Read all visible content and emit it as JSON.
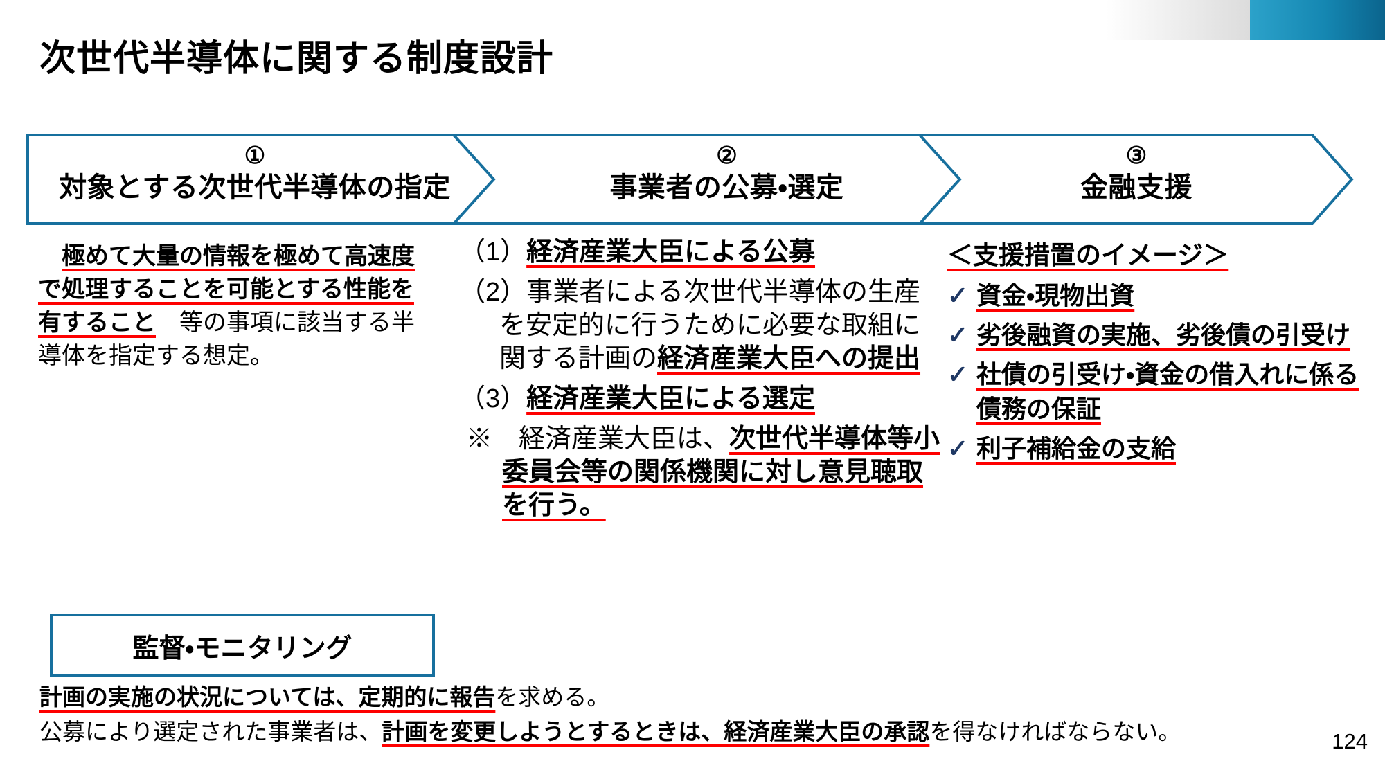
{
  "page": {
    "title": "次世代半導体に関する制度設計",
    "page_number": "124"
  },
  "colors": {
    "accent_blue_border": "#17709e",
    "underline_red": "#fe0000",
    "check_navy": "#1f3864",
    "bar_gray_gradient_end": "#dcdcdc",
    "bar_blue_gradient_start": "#2ca2ca",
    "bar_blue_gradient_end": "#0b648d"
  },
  "process_band": {
    "steps": [
      {
        "number": "①",
        "label": "対象とする次世代半導体の指定"
      },
      {
        "number": "②",
        "label": "事業者の公募・選定"
      },
      {
        "number": "③",
        "label": "金融支援"
      }
    ]
  },
  "step1_detail": {
    "indent": "　",
    "highlight": "極めて大量の情報を極めて高速度で処理することを可能とする性能を有すること",
    "rest": "　等の事項に該当する半導体を指定する想定。"
  },
  "step2_detail": {
    "items": [
      {
        "prefix": "（1）",
        "plain": "",
        "highlight": "経済産業大臣による公募"
      },
      {
        "prefix": "（2）",
        "plain": "事業者による次世代半導体の生産を安定的に行うために必要な取組に関する計画の",
        "highlight": "経済産業大臣への提出"
      },
      {
        "prefix": "（3）",
        "plain": "",
        "highlight": "経済産業大臣による選定"
      },
      {
        "prefix": "※　",
        "plain": "経済産業大臣は、",
        "highlight": "次世代半導体等小委員会等の関係機関に対し意見聴取を行う。"
      }
    ]
  },
  "step3_detail": {
    "header": "＜支援措置のイメージ＞",
    "check_icon": "✓",
    "items": [
      "資金・現物出資",
      "劣後融資の実施、劣後債の引受け",
      "社債の引受け・資金の借入れに係る債務の保証",
      "利子補給金の支給"
    ]
  },
  "monitoring_box": {
    "label": "監督・モニタリング"
  },
  "footer": {
    "line1_highlight": "計画の実施の状況については、定期的に報告",
    "line1_rest": "を求める。",
    "line2_plain": "公募により選定された事業者は、",
    "line2_highlight": "計画を変更しようとするときは、経済産業大臣の承認",
    "line2_rest": "を得なければならない。"
  }
}
